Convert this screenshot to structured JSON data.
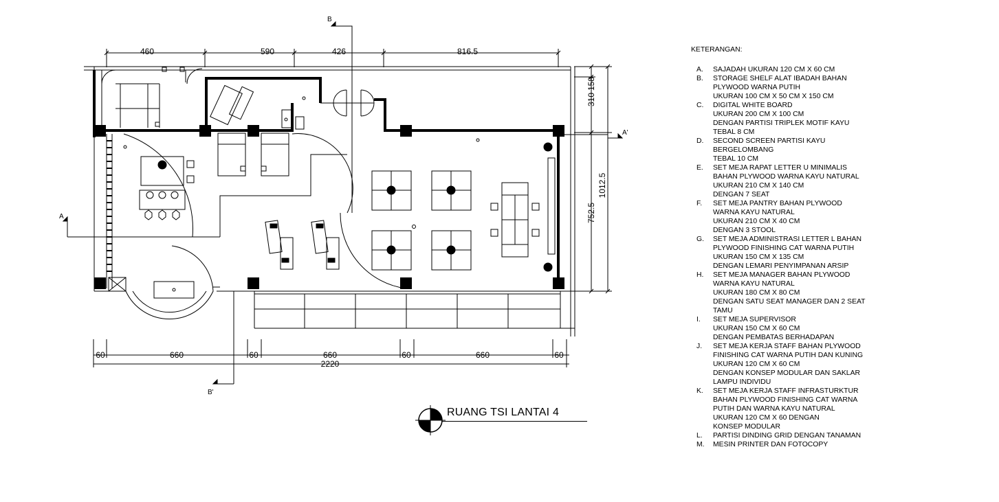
{
  "plan": {
    "title": "RUANG TSI LANTAI 4",
    "section_labels": {
      "b_top": "B",
      "b_bottom": "B'",
      "a_left": "A",
      "a_right": "A'"
    },
    "dimensions": {
      "top": [
        "460",
        "590",
        "426",
        "816.5"
      ],
      "bottom": [
        "60",
        "660",
        "60",
        "660",
        "60",
        "660",
        "60"
      ],
      "bottom_total": "2220",
      "right_upper": [
        "158",
        "310"
      ],
      "right_lower": "752.5",
      "right_total": "1012.5"
    }
  },
  "legend": {
    "title": "KETERANGAN:",
    "items": [
      {
        "letter": "A.",
        "lines": [
          "SAJADAH UKURAN 120 CM X 60 CM"
        ]
      },
      {
        "letter": "B.",
        "lines": [
          "STORAGE SHELF ALAT IBADAH BAHAN",
          "PLYWOOD WARNA PUTIH",
          "UKURAN 100 CM X 50 CM X 150 CM"
        ]
      },
      {
        "letter": "C.",
        "lines": [
          "DIGITAL WHITE BOARD",
          "UKURAN 200 CM X 100 CM",
          "DENGAN PARTISI TRIPLEK MOTIF KAYU",
          "TEBAL 8 CM"
        ]
      },
      {
        "letter": "D.",
        "lines": [
          "SECOND SCREEN PARTISI KAYU",
          "BERGELOMBANG",
          "TEBAL 10 CM"
        ]
      },
      {
        "letter": "E.",
        "lines": [
          "SET MEJA RAPAT LETTER U MINIMALIS",
          "BAHAN PLYWOOD WARNA KAYU NATURAL",
          "UKURAN 210 CM X 140 CM",
          "DENGAN 7 SEAT"
        ]
      },
      {
        "letter": "F.",
        "lines": [
          "SET MEJA PANTRY BAHAN PLYWOOD",
          "WARNA KAYU NATURAL",
          "UKURAN 210 CM X 40 CM",
          "DENGAN 3 STOOL"
        ]
      },
      {
        "letter": "G.",
        "lines": [
          "SET MEJA ADMINISTRASI LETTER L BAHAN",
          "PLYWOOD FINISHING CAT WARNA PUTIH",
          "UKURAN 150 CM X 135 CM",
          "DENGAN LEMARI PENYIMPANAN ARSIP"
        ]
      },
      {
        "letter": "H.",
        "lines": [
          "SET MEJA MANAGER BAHAN PLYWOOD",
          "WARNA KAYU NATURAL",
          "UKURAN 180 CM X 80 CM",
          "DENGAN SATU SEAT MANAGER DAN 2  SEAT",
          "TAMU"
        ]
      },
      {
        "letter": "I.",
        "lines": [
          "SET MEJA SUPERVISOR",
          "UKURAN 150 CM X 60 CM",
          "DENGAN PEMBATAS BERHADAPAN"
        ]
      },
      {
        "letter": "J.",
        "lines": [
          "SET MEJA KERJA STAFF BAHAN PLYWOOD",
          "FINISHING CAT WARNA PUTIH DAN KUNING",
          "UKURAN 120 CM X 60 CM",
          "DENGAN KONSEP MODULAR DAN SAKLAR",
          "LAMPU INDIVIDU"
        ]
      },
      {
        "letter": "K.",
        "lines": [
          "SET MEJA KERJA STAFF INFRASTURKTUR",
          "BAHAN PLYWOOD FINISHING CAT WARNA",
          "PUTIH DAN WARNA KAYU NATURAL",
          "UKURAN 120 CM X 60 DENGAN",
          "KONSEP MODULAR"
        ]
      },
      {
        "letter": "L.",
        "lines": [
          "PARTISI DINDING GRID DENGAN TANAMAN"
        ]
      },
      {
        "letter": "M.",
        "lines": [
          "MESIN PRINTER DAN FOTOCOPY"
        ]
      }
    ]
  }
}
